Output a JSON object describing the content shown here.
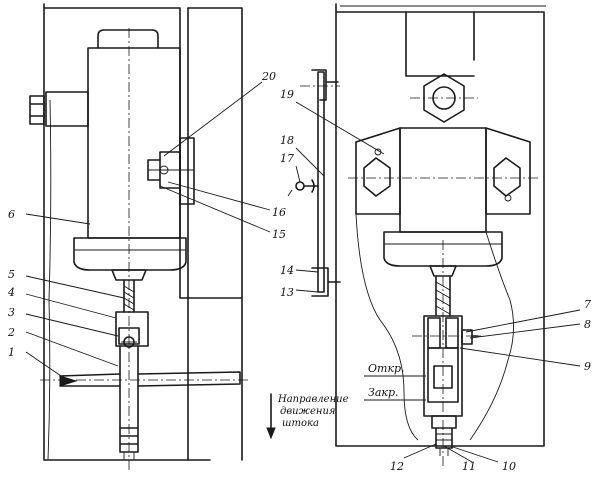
{
  "callouts": {
    "n1": "1",
    "n2": "2",
    "n3": "3",
    "n4": "4",
    "n5": "5",
    "n6": "6",
    "n7": "7",
    "n8": "8",
    "n9": "9",
    "n10": "10",
    "n11": "11",
    "n12": "12",
    "n13": "13",
    "n14": "14",
    "n15": "15",
    "n16": "16",
    "n17": "17",
    "n18": "18",
    "n19": "19",
    "n20": "20"
  },
  "notes": {
    "open": "Откр.",
    "close": "Закр.",
    "direction_line1": "Направление",
    "direction_line2": "движения",
    "direction_line3": "штока"
  }
}
